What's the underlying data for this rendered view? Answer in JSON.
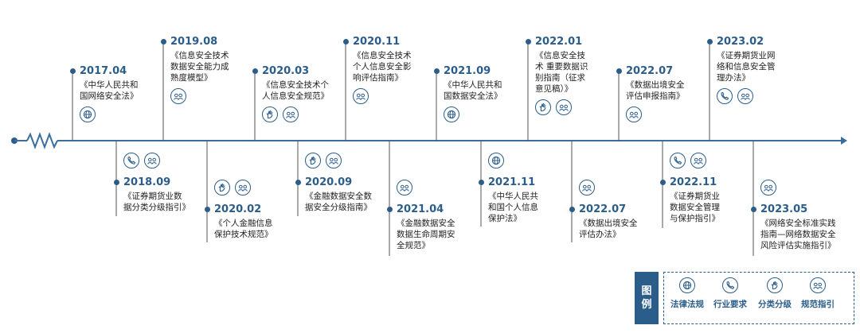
{
  "events": [
    {
      "date": "2017.04",
      "lines": [
        "《中华人民共和",
        "国网络安全法》"
      ],
      "icons": [
        "law"
      ]
    },
    {
      "date": "2018.09",
      "lines": [
        "《证券期货业数",
        "据分类分级指引》"
      ],
      "icons": [
        "industry",
        "spec"
      ]
    },
    {
      "date": "2019.08",
      "lines": [
        "《信息安全技术",
        "数据安全能力成",
        "熟度模型》"
      ],
      "icons": [
        "spec"
      ]
    },
    {
      "date": "2020.02",
      "lines": [
        "《个人金融信息",
        "保护技术规范》"
      ],
      "icons": [
        "classify",
        "spec"
      ]
    },
    {
      "date": "2020.03",
      "lines": [
        "《信息安全技术个",
        "人信息安全规范》"
      ],
      "icons": [
        "classify",
        "spec"
      ]
    },
    {
      "date": "2020.09",
      "lines": [
        "《金融数据安全数",
        "据安全分级指南》"
      ],
      "icons": [
        "classify",
        "spec"
      ]
    },
    {
      "date": "2020.11",
      "lines": [
        "《信息安全技术",
        "个人信息安全影",
        "响评估指南》"
      ],
      "icons": [
        "spec"
      ]
    },
    {
      "date": "2021.04",
      "lines": [
        "《金融数据安全",
        "数据生命周期安",
        "全规范》"
      ],
      "icons": [
        "spec"
      ]
    },
    {
      "date": "2021.09",
      "lines": [
        "《中华人民共和",
        "国数据安全法》"
      ],
      "icons": [
        "law"
      ]
    },
    {
      "date": "2021.11",
      "lines": [
        "《中华人民共",
        "和国个人信息",
        "保护法》"
      ],
      "icons": [
        "law"
      ]
    },
    {
      "date": "2022.01",
      "lines": [
        "《信息安全技",
        "术 重要数据识",
        "别指南（征求",
        "意见稿）》"
      ],
      "icons": [
        "classify",
        "spec"
      ]
    },
    {
      "date": "2022.07",
      "lines": [
        "《数据出境安全",
        "评估办法》"
      ],
      "icons": [
        "spec"
      ]
    },
    {
      "date": "2022.07",
      "lines": [
        "《数据出境安全",
        "评估申报指南》"
      ],
      "icons": [
        "spec"
      ]
    },
    {
      "date": "2022.11",
      "lines": [
        "《证券期货业",
        "数据安全管理",
        "与保护指引》"
      ],
      "icons": [
        "industry",
        "spec"
      ]
    },
    {
      "date": "2023.02",
      "lines": [
        "《证券期货业网",
        "络和信息安全管",
        "理办法》"
      ],
      "icons": [
        "industry",
        "spec"
      ]
    },
    {
      "date": "2023.05",
      "lines": [
        "《网络安全标准实践",
        "指南—网络数据安全",
        "风险评估实施指引》"
      ],
      "icons": [
        "spec"
      ]
    }
  ],
  "legend": {
    "header_top": "图",
    "header_bottom": "例",
    "items": [
      {
        "icon": "law",
        "label": "法律法规"
      },
      {
        "icon": "industry",
        "label": "行业要求"
      },
      {
        "icon": "classify",
        "label": "分类分级"
      },
      {
        "icon": "spec",
        "label": "规范指引"
      }
    ]
  },
  "colors": {
    "primary": "#2b5d8a",
    "axis": "#3b6e9c",
    "text": "#222222"
  }
}
